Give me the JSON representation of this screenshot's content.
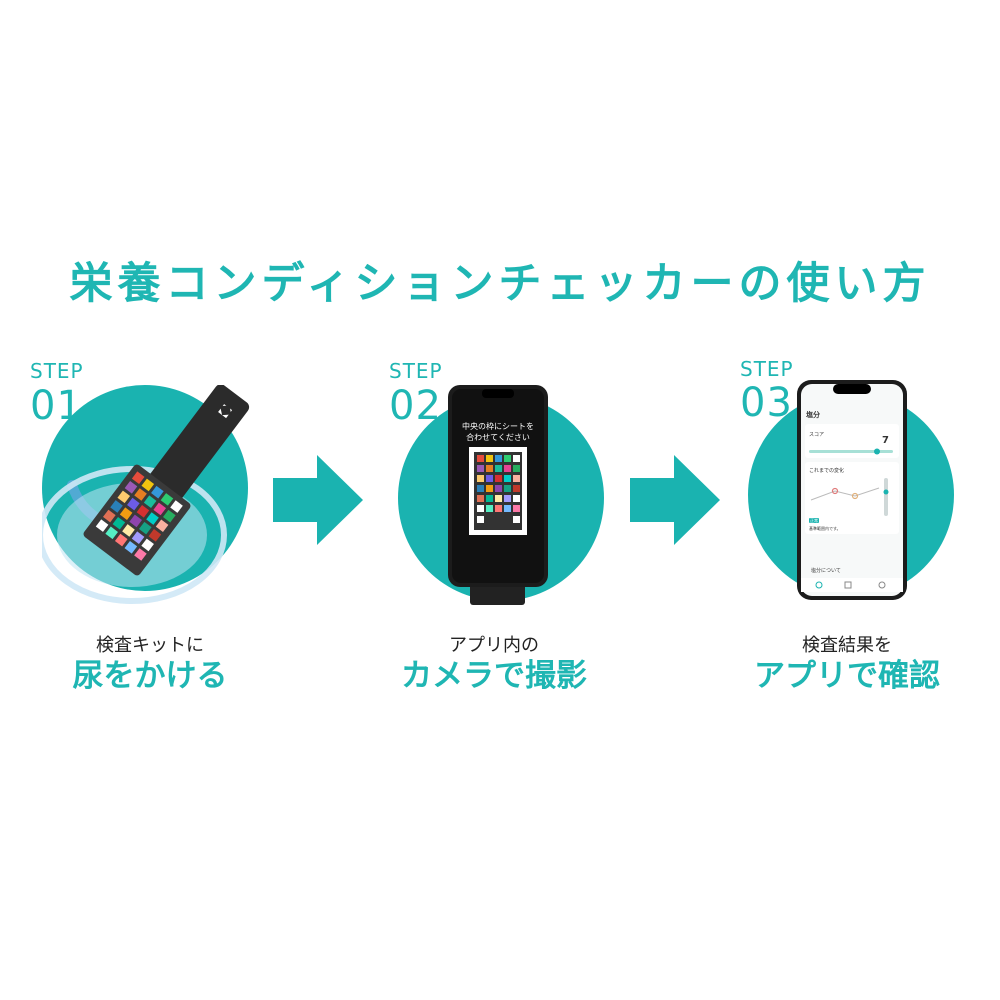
{
  "title": "栄養コンディションチェッカーの使い方",
  "steps": [
    {
      "label": "STEP",
      "number": "01",
      "caption_small": "検査キットに",
      "caption_large": "尿をかける"
    },
    {
      "label": "STEP",
      "number": "02",
      "caption_small": "アプリ内の",
      "caption_large": "カメラで撮影"
    },
    {
      "label": "STEP",
      "number": "03",
      "caption_small": "検査結果を",
      "caption_large": "アプリで確認"
    }
  ],
  "phone2": {
    "instruction_line1": "中央の枠にシートを",
    "instruction_line2": "合わせてください"
  },
  "phone3": {
    "header": "塩分",
    "score_label": "スコア",
    "score_value": "7",
    "history_label": "これまでの変化",
    "result_badge": "正常",
    "result_text": "基準範囲内です。",
    "footer_link": "塩分について"
  },
  "colors": {
    "accent": "#1fb6b3",
    "circle": "#1ab3b0",
    "arrow": "#1ab3b0",
    "text": "#222222"
  }
}
